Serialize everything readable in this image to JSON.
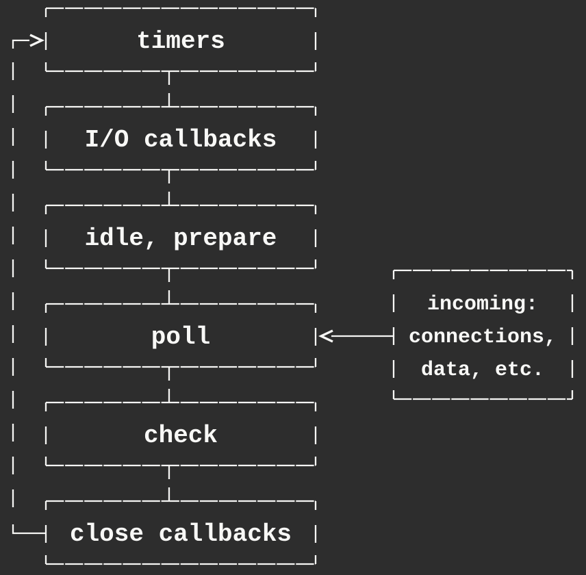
{
  "colors": {
    "background": "#2d2d2d",
    "line": "#f6f6f4",
    "text": "#f8f8f6"
  },
  "phases": [
    {
      "id": "timers",
      "label": "timers"
    },
    {
      "id": "io-callbacks",
      "label": "I/O callbacks"
    },
    {
      "id": "idle-prepare",
      "label": "idle, prepare"
    },
    {
      "id": "poll",
      "label": "poll"
    },
    {
      "id": "check",
      "label": "check"
    },
    {
      "id": "close-callbacks",
      "label": "close callbacks"
    }
  ],
  "incoming": {
    "lines": [
      "incoming:",
      "connections,",
      "data, etc."
    ]
  }
}
